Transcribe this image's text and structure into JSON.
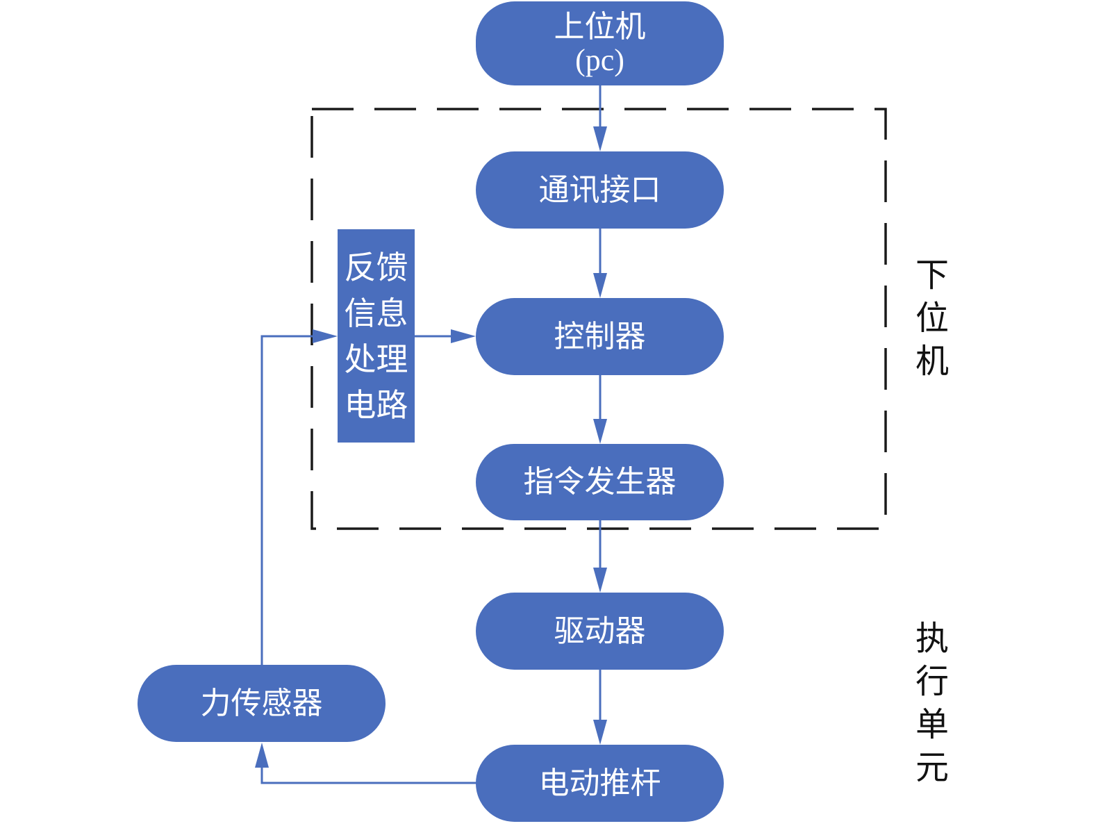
{
  "diagram": {
    "colors": {
      "node_fill": "#4a6ebd",
      "node_text": "#ffffff",
      "edge": "#4a6ebd",
      "group_border": "#1a1a1a",
      "label_text": "#111111"
    },
    "nodes": {
      "host_pc": {
        "label": "上位机",
        "sublabel": "(pc)"
      },
      "comm_interface": {
        "label": "通讯接口"
      },
      "controller": {
        "label": "控制器"
      },
      "command_generator": {
        "label": "指令发生器"
      },
      "driver": {
        "label": "驱动器"
      },
      "electric_actuator": {
        "label": "电动推杆"
      },
      "force_sensor": {
        "label": "力传感器"
      },
      "feedback_circuit": {
        "lines": [
          "反馈",
          "信息",
          "处理",
          "电路"
        ]
      }
    },
    "groups": {
      "lower_computer": {
        "label_chars": [
          "下",
          "位",
          "机"
        ]
      },
      "execution_unit": {
        "label_chars": [
          "执",
          "行",
          "单",
          "元"
        ]
      }
    },
    "edges": [
      {
        "from": "host_pc",
        "to": "comm_interface"
      },
      {
        "from": "comm_interface",
        "to": "controller"
      },
      {
        "from": "controller",
        "to": "command_generator"
      },
      {
        "from": "command_generator",
        "to": "driver"
      },
      {
        "from": "driver",
        "to": "electric_actuator"
      },
      {
        "from": "electric_actuator",
        "to": "force_sensor"
      },
      {
        "from": "force_sensor",
        "to": "feedback_circuit"
      },
      {
        "from": "feedback_circuit",
        "to": "controller"
      }
    ]
  }
}
